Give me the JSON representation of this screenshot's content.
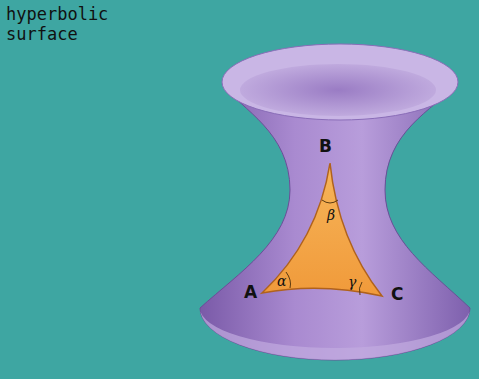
{
  "diagram": {
    "title": "hyperbolic surface",
    "labels": [
      "B",
      "A",
      "C",
      "α",
      "β",
      "γ"
    ]
  }
}
